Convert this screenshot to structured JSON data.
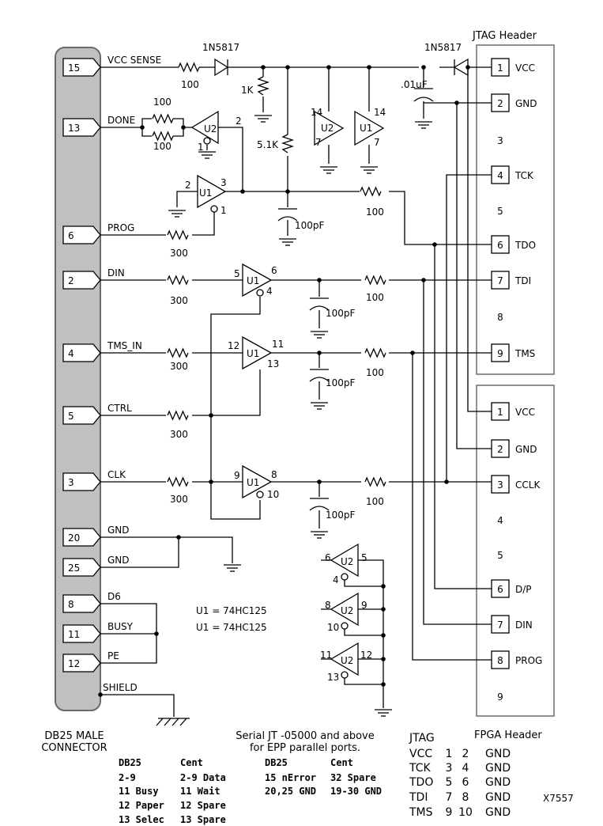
{
  "connector": {
    "title_line1": "DB25 MALE",
    "title_line2": "CONNECTOR",
    "pins": [
      {
        "num": "15",
        "signal": "VCC SENSE"
      },
      {
        "num": "13",
        "signal": "DONE"
      },
      {
        "num": "6",
        "signal": "PROG"
      },
      {
        "num": "2",
        "signal": "DIN"
      },
      {
        "num": "4",
        "signal": "TMS_IN"
      },
      {
        "num": "5",
        "signal": "CTRL"
      },
      {
        "num": "3",
        "signal": "CLK"
      },
      {
        "num": "20",
        "signal": "GND"
      },
      {
        "num": "25",
        "signal": "GND"
      },
      {
        "num": "8",
        "signal": "D6"
      },
      {
        "num": "11",
        "signal": "BUSY"
      },
      {
        "num": "12",
        "signal": "PE"
      }
    ],
    "shield": "SHIELD"
  },
  "jtag_header": {
    "title": "JTAG Header",
    "pins": [
      {
        "num": "1",
        "signal": "VCC"
      },
      {
        "num": "2",
        "signal": "GND"
      },
      {
        "num": "3",
        "signal": ""
      },
      {
        "num": "4",
        "signal": "TCK"
      },
      {
        "num": "5",
        "signal": ""
      },
      {
        "num": "6",
        "signal": "TDO"
      },
      {
        "num": "7",
        "signal": "TDI"
      },
      {
        "num": "8",
        "signal": ""
      },
      {
        "num": "9",
        "signal": "TMS"
      }
    ]
  },
  "fpga_header": {
    "title": "FPGA Header",
    "pins": [
      {
        "num": "1",
        "signal": "VCC"
      },
      {
        "num": "2",
        "signal": "GND"
      },
      {
        "num": "3",
        "signal": "CCLK"
      },
      {
        "num": "4",
        "signal": ""
      },
      {
        "num": "5",
        "signal": ""
      },
      {
        "num": "6",
        "signal": "D/P"
      },
      {
        "num": "7",
        "signal": "DIN"
      },
      {
        "num": "8",
        "signal": "PROG"
      },
      {
        "num": "9",
        "signal": ""
      }
    ]
  },
  "components": {
    "diode": "1N5817",
    "r100": "100",
    "r1k": "1K",
    "r5k1": "5.1K",
    "r300": "300",
    "c01uf": ".01uF",
    "c100pf": "100pF",
    "u1": "U1",
    "u2": "U2",
    "pin14": "14",
    "pin7": "7",
    "pin1": "1",
    "pin2": "2",
    "pin3": "3",
    "pin4": "4",
    "pin5": "5",
    "pin6": "6",
    "pin8": "8",
    "pin9": "9",
    "pin10": "10",
    "pin11": "11",
    "pin12": "12",
    "pin13": "13"
  },
  "notes": {
    "u1_line1": "U1 = 74HC125",
    "u1_line2": "U1 = 74HC125",
    "serial_line1": "Serial JT -05000 and above",
    "serial_line2": "for EPP parallel ports."
  },
  "mapping_table": {
    "headers": [
      "DB25",
      "Cent",
      "DB25",
      "Cent"
    ],
    "left_rows": [
      [
        "2-9",
        "2-9 Data"
      ],
      [
        "11 Busy",
        "11 Wait"
      ],
      [
        "12 Paper",
        "12 Spare"
      ],
      [
        "13 Selec",
        "13 Spare"
      ]
    ],
    "right_rows": [
      [
        "15 nError",
        "32 Spare"
      ],
      [
        "20,25 GND",
        "19-30 GND"
      ]
    ]
  },
  "jtag_table": {
    "title": "JTAG",
    "rows": [
      [
        "VCC",
        "1",
        "2",
        "GND"
      ],
      [
        "TCK",
        "3",
        "4",
        "GND"
      ],
      [
        "TDO",
        "5",
        "6",
        "GND"
      ],
      [
        "TDI",
        "7",
        "8",
        "GND"
      ],
      [
        "TMS",
        "9",
        "10",
        "GND"
      ]
    ]
  },
  "figure_id": "X7557"
}
